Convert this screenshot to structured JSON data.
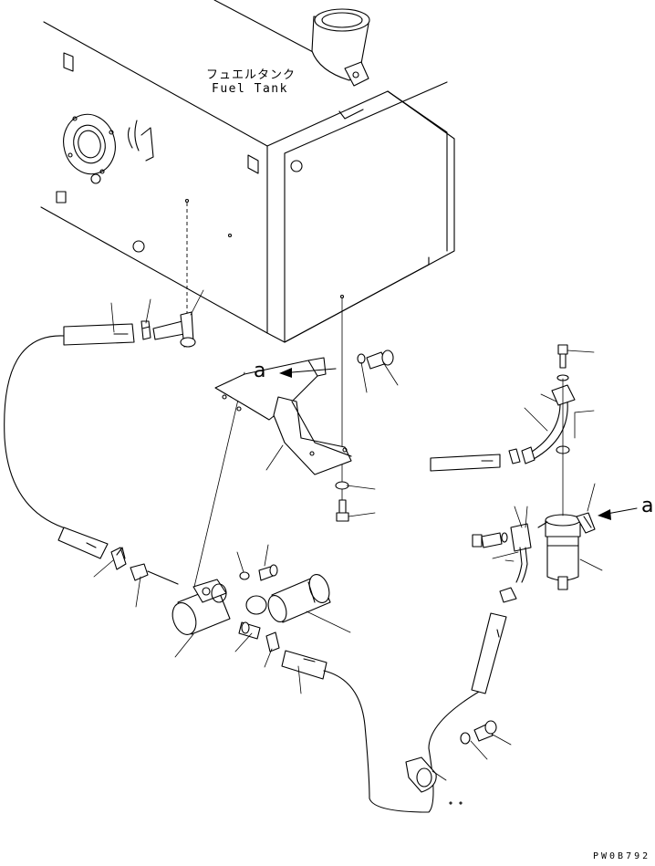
{
  "labels": {
    "tank_name_jp": "フュエルタンク",
    "tank_name_en": "Fuel Tank",
    "view_ref_left": "a",
    "view_ref_right": "a",
    "drawing_code": "PW0B792"
  }
}
